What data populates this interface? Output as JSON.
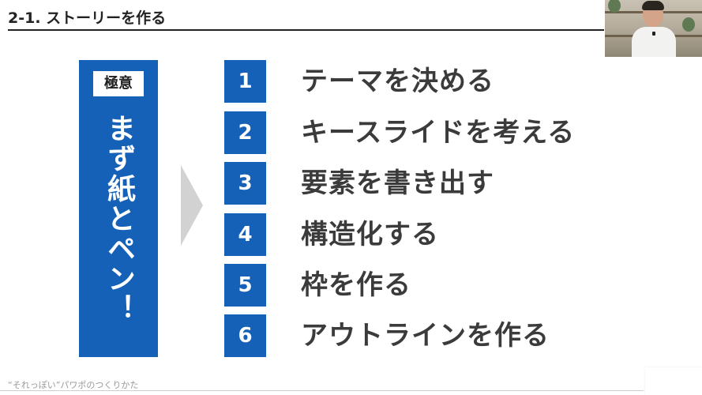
{
  "header": {
    "title": "2-1. ストーリーを作る"
  },
  "webcam": {
    "label": ""
  },
  "sidebar": {
    "badge": "極意",
    "main_text": "まず紙とペン！"
  },
  "steps": [
    {
      "number": "1",
      "label": "テーマを決める"
    },
    {
      "number": "2",
      "label": "キースライドを考える"
    },
    {
      "number": "3",
      "label": "要素を書き出す"
    },
    {
      "number": "4",
      "label": "構造化する"
    },
    {
      "number": "5",
      "label": "枠を作る"
    },
    {
      "number": "6",
      "label": "アウトラインを作る"
    }
  ],
  "footer": {
    "text": "“それっぽい”パワポのつくりかた"
  },
  "colors": {
    "accent": "#1561b8",
    "arrow": "#d2d2d2",
    "text": "#3b3b3b"
  },
  "icons": {
    "arrow": "chevron-right-arrow"
  }
}
